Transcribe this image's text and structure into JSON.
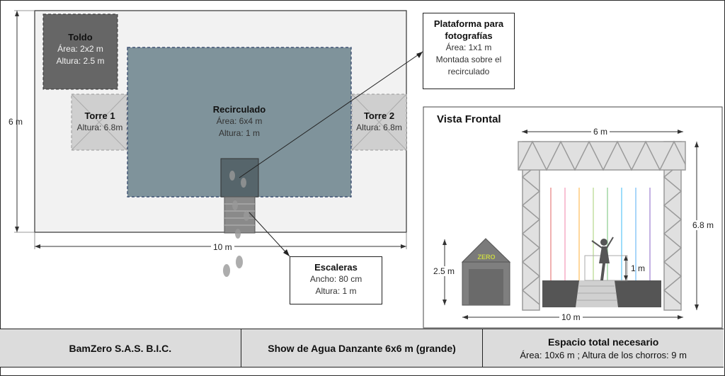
{
  "plan": {
    "dim_height": "6 m",
    "dim_width": "10 m",
    "toldo": {
      "title": "Toldo",
      "area": "Área: 2x2 m",
      "height": "Altura: 2.5 m"
    },
    "torre1": {
      "title": "Torre 1",
      "height": "Altura: 6.8m"
    },
    "torre2": {
      "title": "Torre 2",
      "height": "Altura: 6.8m"
    },
    "recirculado": {
      "title": "Recirculado",
      "area": "Área: 6x4 m",
      "height": "Altura: 1 m"
    }
  },
  "callouts": {
    "plataforma": {
      "title_line1": "Plataforma para",
      "title_line2": "fotografías",
      "area": "Área: 1x1 m",
      "note_line1": "Montada sobre el",
      "note_line2": "recirculado"
    },
    "escaleras": {
      "title": "Escaleras",
      "width": "Ancho: 80 cm",
      "height": "Altura: 1 m"
    }
  },
  "front_view": {
    "title": "Vista Frontal",
    "dim_top": "6 m",
    "dim_right": "6.8 m",
    "dim_left": "2.5 m",
    "dim_platform": "1 m",
    "dim_bottom": "10 m",
    "tent_brand": "ZERO"
  },
  "footer": {
    "company": "BamZero S.A.S. B.I.C.",
    "show": "Show de Agua Danzante 6x6 m (grande)",
    "space_title": "Espacio total necesario",
    "space_detail": "Área: 10x6 m ; Altura de los chorros: 9 m"
  },
  "colors": {
    "toldo": "#666666",
    "recirculado": "#7f939b",
    "torre": "#c8c8c8",
    "stage": "#555555"
  }
}
